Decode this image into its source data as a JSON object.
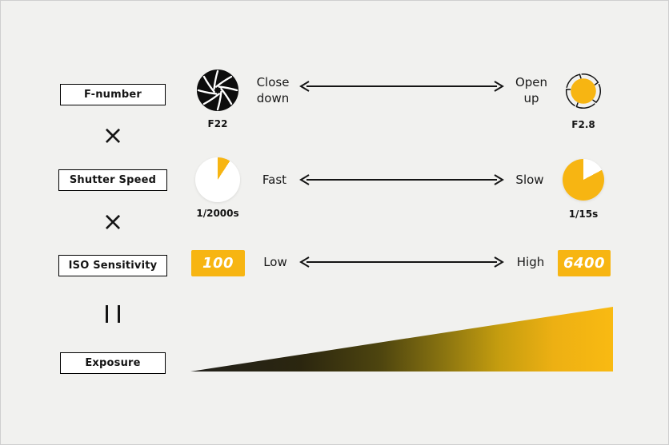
{
  "colors": {
    "yellow": "#F7B512",
    "ink": "#141414",
    "background": "#F1F1EF",
    "white": "#FFFFFF"
  },
  "operators": {
    "multiply": "×"
  },
  "rows": {
    "fnumber": {
      "label": "F-number",
      "left_caption": "F22",
      "left_text": "Close\ndown",
      "right_text": "Open\nup",
      "right_caption": "F2.8"
    },
    "shutter": {
      "label": "Shutter Speed",
      "left_caption": "1/2000s",
      "left_text": "Fast",
      "right_text": "Slow",
      "right_caption": "1/15s"
    },
    "iso": {
      "label": "ISO Sensitivity",
      "left_value": "100",
      "left_text": "Low",
      "right_text": "High",
      "right_value": "6400"
    },
    "exposure": {
      "label": "Exposure"
    }
  }
}
